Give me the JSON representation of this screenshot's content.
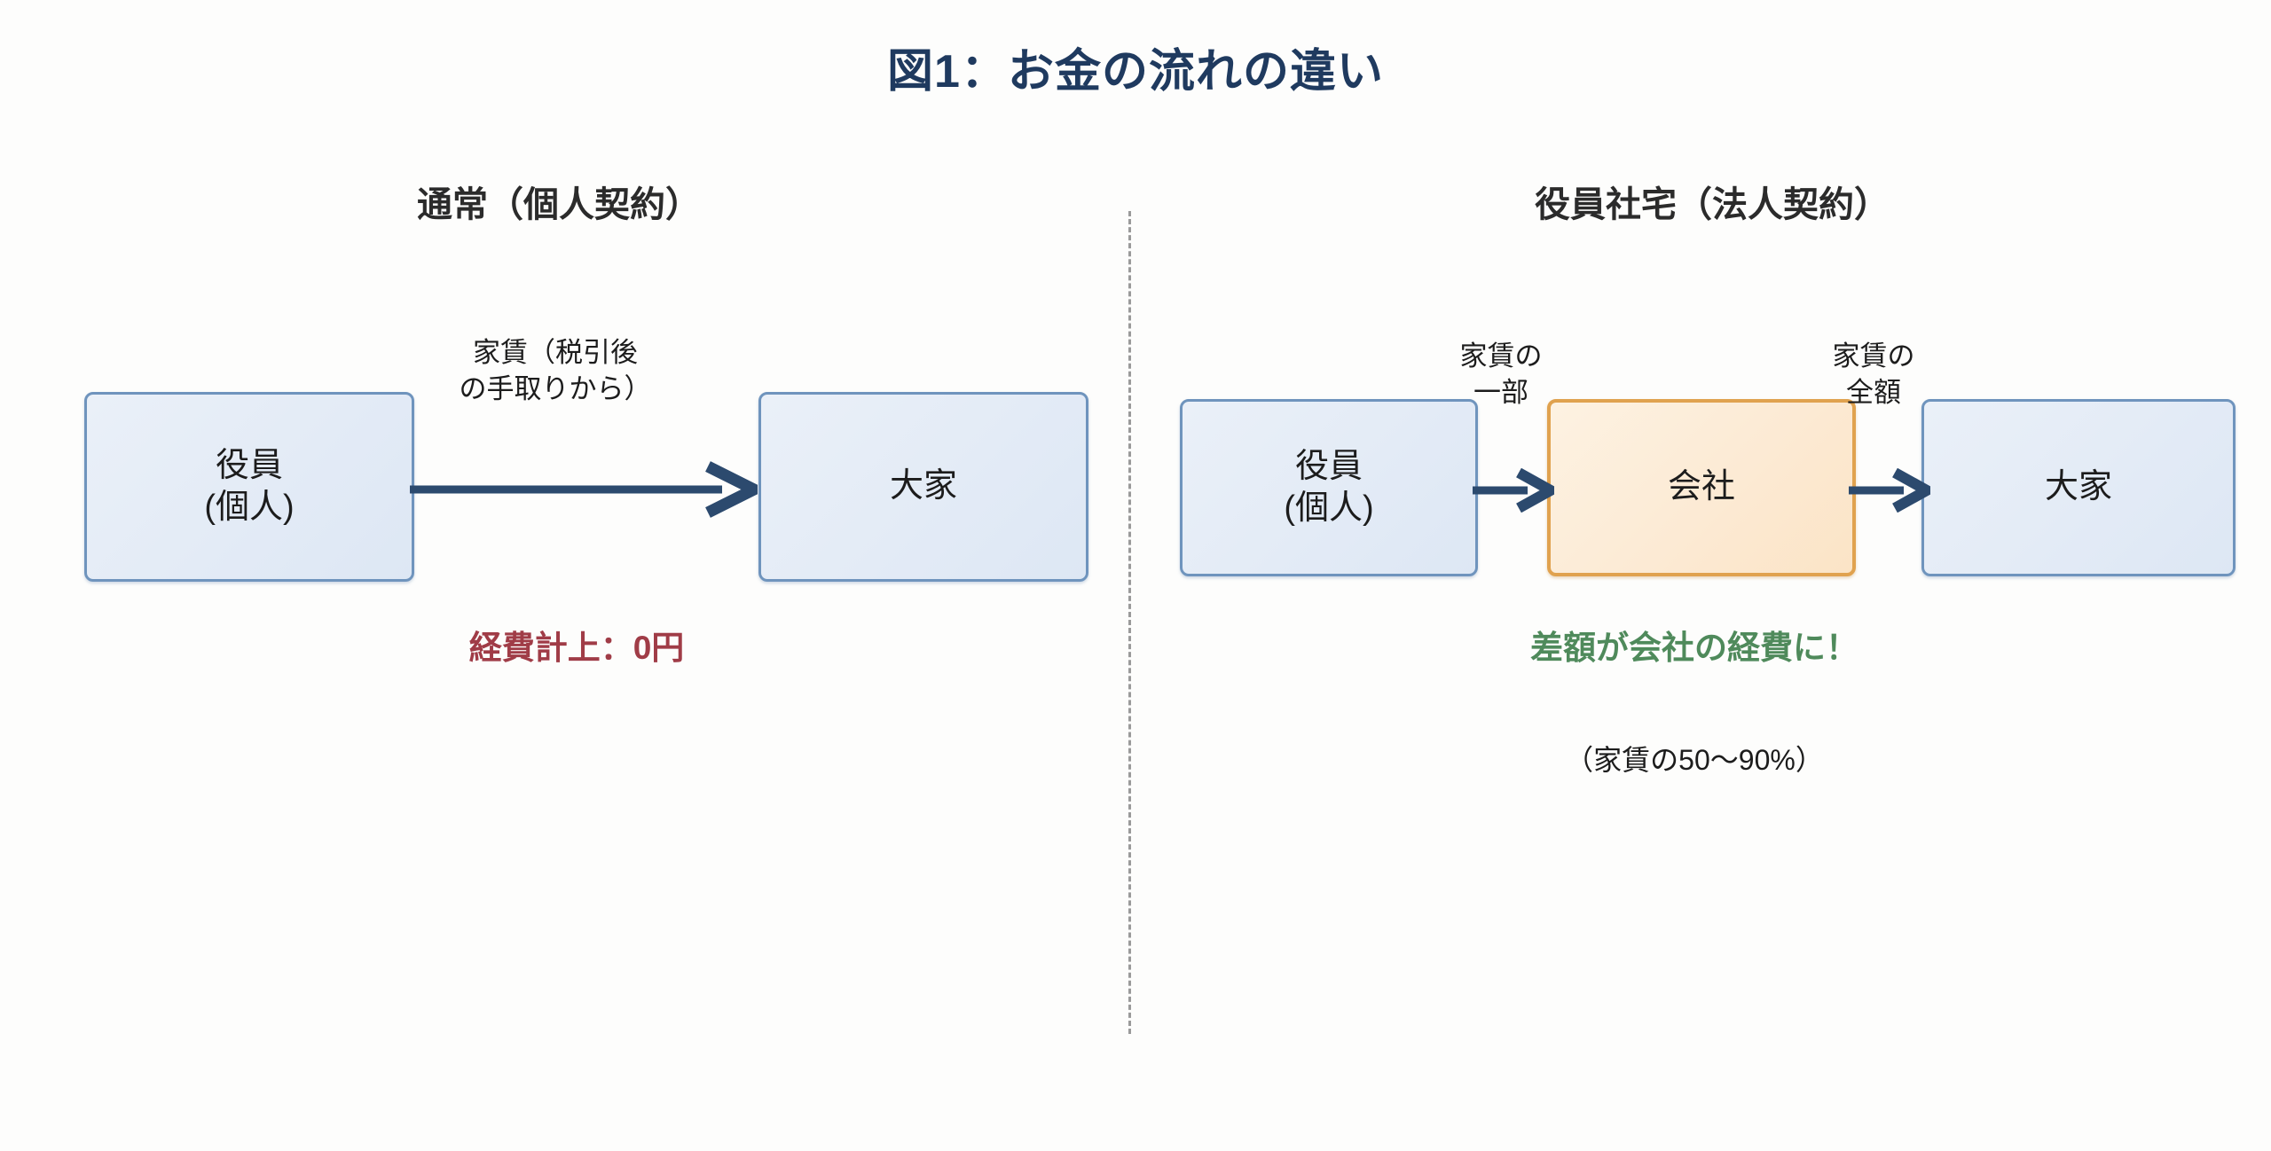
{
  "figure": {
    "title": "図1：お金の流れの違い",
    "title_color": "#1f3a5f",
    "divider": "vertical-dashed-separator"
  },
  "panels": {
    "left": {
      "header": "通常（個人契約）",
      "nodes": [
        {
          "name": "executive",
          "line1": "役員",
          "line2": "(個人)",
          "style": "blue"
        },
        {
          "name": "landlord",
          "line1": "大家",
          "line2": "",
          "style": "blue"
        }
      ],
      "flows": [
        {
          "name": "rent-flow",
          "label_line1": "家賃（税引後",
          "label_line2": "の手取りから）"
        }
      ],
      "note": {
        "text": "経費計上：0円",
        "color": "#a03c47"
      }
    },
    "right": {
      "header": "役員社宅（法人契約）",
      "nodes": [
        {
          "name": "executive",
          "line1": "役員",
          "line2": "(個人)",
          "style": "blue"
        },
        {
          "name": "company",
          "line1": "会社",
          "line2": "",
          "style": "orange"
        },
        {
          "name": "landlord",
          "line1": "大家",
          "line2": "",
          "style": "blue"
        }
      ],
      "flows": [
        {
          "name": "partial-rent-flow",
          "label_line1": "家賃の",
          "label_line2": "一部"
        },
        {
          "name": "full-rent-flow",
          "label_line1": "家賃の",
          "label_line2": "全額"
        }
      ],
      "note": {
        "text": "差額が会社の経費に！",
        "color": "#4f8a5b"
      },
      "note_sub": "（家賃の50〜90%）"
    }
  },
  "colors": {
    "box_blue_fill": "#e6edf7",
    "box_blue_border": "#6f94bd",
    "box_orange_fill": "#fcead4",
    "box_orange_border": "#e0a24f",
    "arrow": "#2c4a6e",
    "divider": "#9a9a9a"
  }
}
